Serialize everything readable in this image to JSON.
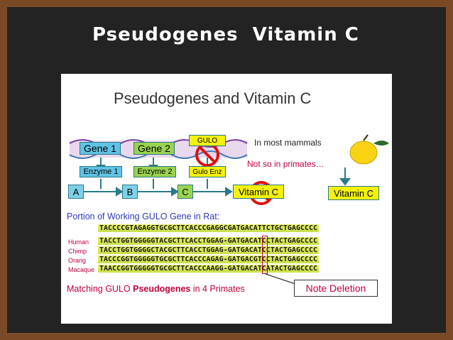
{
  "board_title": "Pseudogenes  Vitamin C",
  "figure": {
    "title": "Pseudogenes and Vitamin C",
    "gene1": "Gene 1",
    "gene2": "Gene 2",
    "gulo_gene": "GULO",
    "enzyme1": "Enzyme 1",
    "enzyme2": "Enzyme 2",
    "gulo_enz": "Gulo Enz",
    "node_a": "A",
    "node_b": "B",
    "node_c": "C",
    "node_vitc": "Vitamin C",
    "vitc_right": "Vitamin C",
    "in_most_mammals": "In most mammals",
    "not_in_primates": "Not so in primates…",
    "portion_label": "Portion of Working GULO Gene in Rat:",
    "rat_seq": "TACCCCGTAGAGGTGCGCTTCACCCGAGGCGATGACATTCTGCTGAGCCCC",
    "species": [
      {
        "name": "Human",
        "seq": "TACCTGGTGGGGGTACGCTTCACCTGGAG-GATGACATCCTACTGAGCCCC"
      },
      {
        "name": "Chimp",
        "seq": "TACCTGGTGGGGCTACGCTTCACCTGGAG-GATGACATCCTACTGAGCCCC"
      },
      {
        "name": "Orang",
        "seq": "TACCCGGTGGGGGTGCGCTTCACCCAGAG-GATGACGTCCTACTGAGCCCC"
      },
      {
        "name": "Macaque",
        "seq": "TAACCGGTGGGGGTGCGCTTCACCCAAGG-GATGACATCATACTGAGCCCC"
      }
    ],
    "matching_prefix": "Matching GULO ",
    "matching_bold": "Pseudogenes",
    "matching_suffix": " in 4 Primates",
    "note_deletion": "Note Deletion"
  },
  "colors": {
    "frame": "#7a4a26",
    "board": "#232323",
    "gene1": "#5fc3e4",
    "gene2": "#99d34f",
    "gulo": "#f4f10b",
    "accent_red": "#c0003a",
    "accent_blue": "#2e39b8"
  }
}
